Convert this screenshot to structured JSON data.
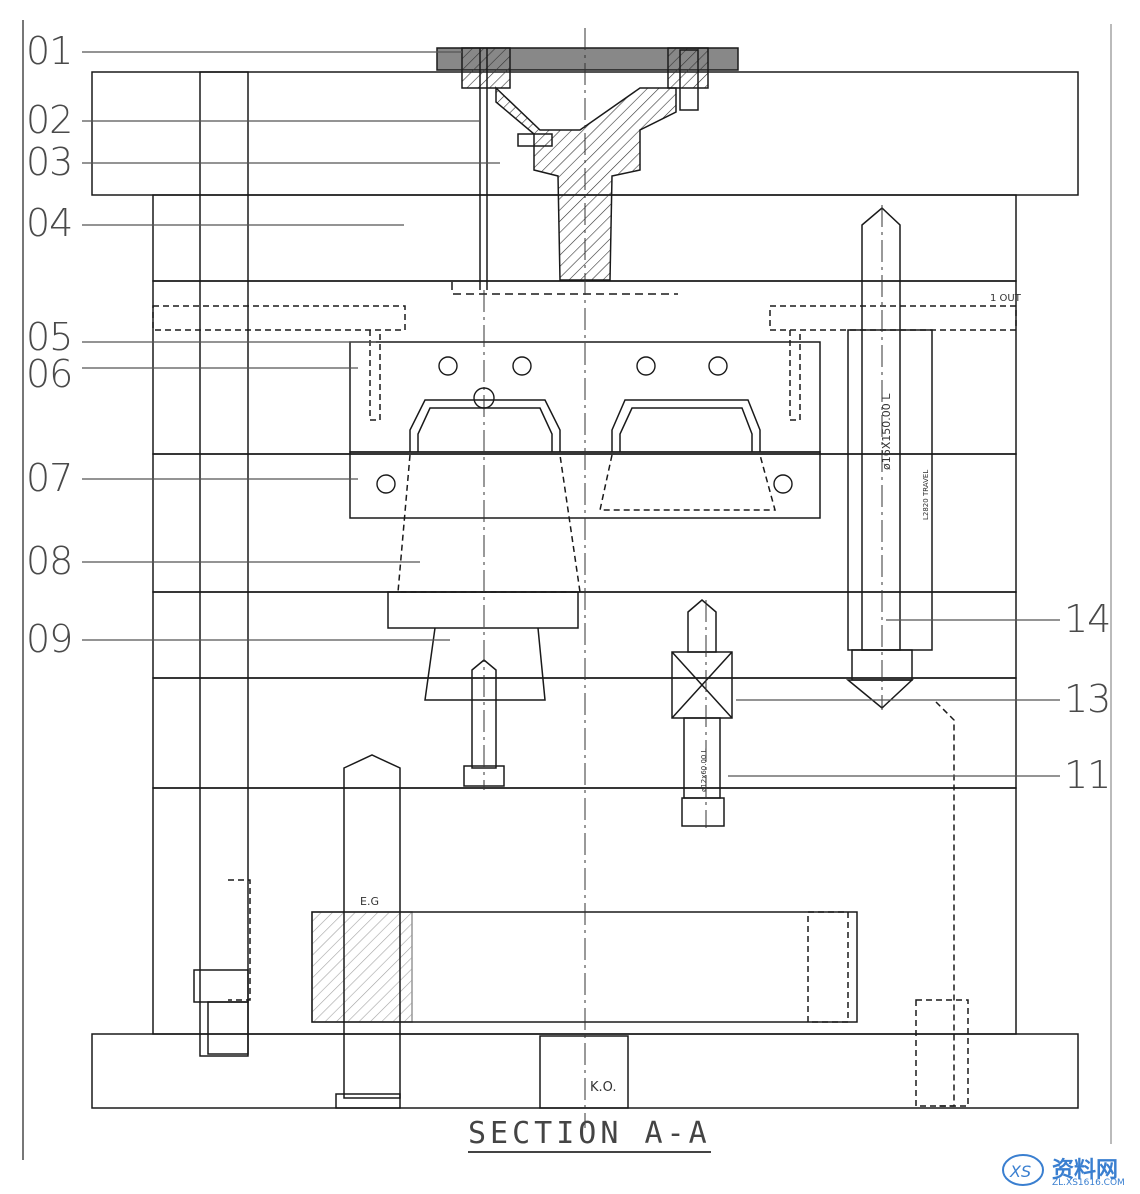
{
  "callouts": [
    {
      "id": "01",
      "label": "01"
    },
    {
      "id": "02",
      "label": "02"
    },
    {
      "id": "03",
      "label": "03"
    },
    {
      "id": "04",
      "label": "04"
    },
    {
      "id": "05",
      "label": "05"
    },
    {
      "id": "06",
      "label": "06"
    },
    {
      "id": "07",
      "label": "07"
    },
    {
      "id": "08",
      "label": "08"
    },
    {
      "id": "09",
      "label": "09"
    },
    {
      "id": "14",
      "label": "14"
    },
    {
      "id": "13",
      "label": "13"
    },
    {
      "id": "11",
      "label": "11"
    }
  ],
  "title": "SECTION A-A",
  "annotations": {
    "one_out": "1 OUT",
    "support_pin": "ø16X150.00 L",
    "stroke": "L2820 TRAVEL",
    "small_pin": "ø12x60.00 L",
    "ejector_guide": "E.G",
    "knock_out": "K.O."
  },
  "watermark": {
    "text": "资料网",
    "sub": "ZL.XS1616.COM",
    "color": "#3a7fd0"
  },
  "colors": {
    "line": "#1a1a1a",
    "leader": "#555555",
    "hatch": "#333333"
  }
}
